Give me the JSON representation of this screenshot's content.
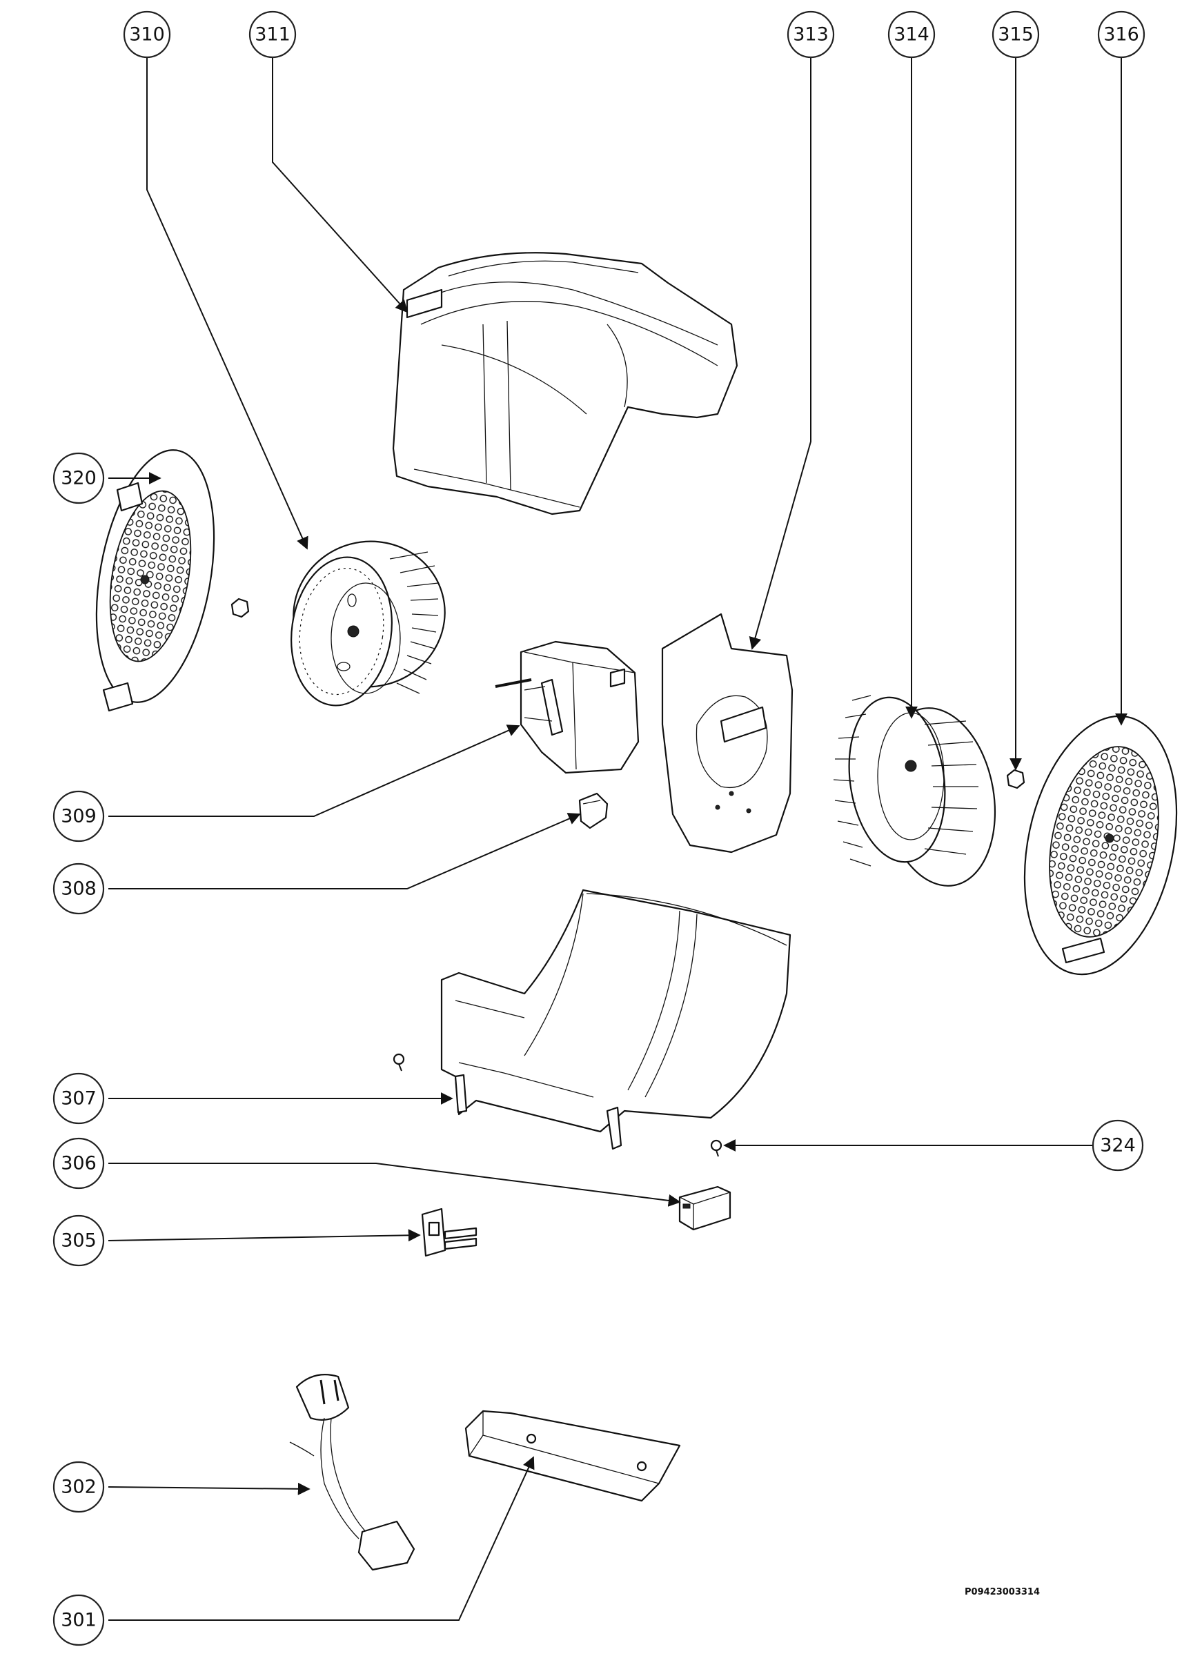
{
  "callouts": [
    {
      "label": "310"
    },
    {
      "label": "311"
    },
    {
      "label": "313"
    },
    {
      "label": "314"
    },
    {
      "label": "315"
    },
    {
      "label": "316"
    },
    {
      "label": "320"
    },
    {
      "label": "309"
    },
    {
      "label": "308"
    },
    {
      "label": "307"
    },
    {
      "label": "324"
    },
    {
      "label": "306"
    },
    {
      "label": "305"
    },
    {
      "label": "302"
    },
    {
      "label": "301"
    }
  ],
  "reference_code": "P09423003314"
}
